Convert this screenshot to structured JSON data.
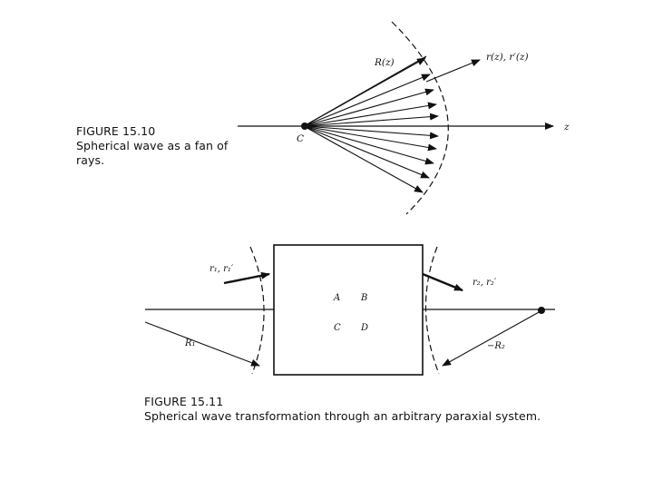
{
  "figure1": {
    "caption_number": "FIGURE 15.10",
    "caption_text": "Spherical wave as a fan of rays.",
    "caption_line1": "Spherical wave as a fan of",
    "caption_line2": "rays.",
    "labels": {
      "radius": "R(z)",
      "ray": "r(z), r′(z)",
      "axis": "z",
      "center": "C"
    }
  },
  "figure2": {
    "caption_number": "FIGURE 15.11",
    "caption_text": "Spherical wave transformation through an arbitrary paraxial system.",
    "labels": {
      "input_ray": "r₁, r₁′",
      "output_ray": "r₂, r₂′",
      "input_radius": "R₁",
      "output_radius": "−R₂",
      "matrix_a": "A",
      "matrix_b": "B",
      "matrix_c": "C",
      "matrix_d": "D"
    }
  }
}
